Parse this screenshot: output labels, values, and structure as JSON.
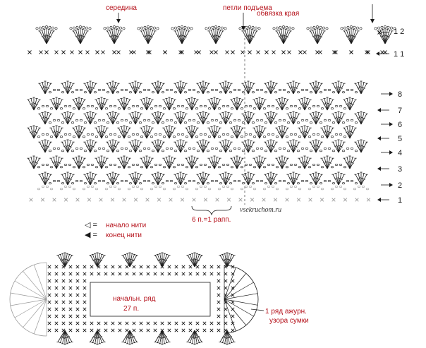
{
  "labels": {
    "middle": "середина",
    "lift_loops": "петли подъема",
    "edge_binding": "обвязка края",
    "repeat": "6 п.=1 рапп.",
    "watermark": "vsekruchom.ru",
    "thread_start": "начало нити",
    "thread_end": "конец нити",
    "start_row": "начальн. ряд",
    "start_count": "27 п.",
    "openwork_row_1": "1 ряд ажурн.",
    "openwork_row_2": "узора сумки"
  },
  "rows_main": [
    "1",
    "2",
    "3",
    "4",
    "5",
    "6",
    "7",
    "8"
  ],
  "rows_edge": [
    "1 1",
    "1 2"
  ],
  "legend": {
    "start_symbol": "◁ =",
    "end_symbol": "◀ ="
  },
  "colors": {
    "ink": "#1a1a1a",
    "faint": "#9a9a9a",
    "label_red": "#b5121b",
    "dash": "#555555"
  }
}
